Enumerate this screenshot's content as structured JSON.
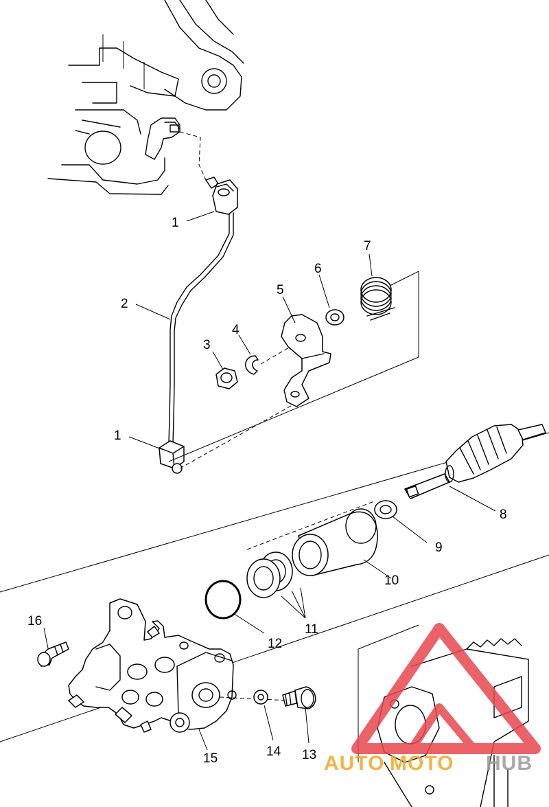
{
  "diagram": {
    "callouts": [
      {
        "id": "c1a",
        "text": "1"
      },
      {
        "id": "c2",
        "text": "2"
      },
      {
        "id": "c3",
        "text": "3"
      },
      {
        "id": "c4",
        "text": "4"
      },
      {
        "id": "c5",
        "text": "5"
      },
      {
        "id": "c6",
        "text": "6"
      },
      {
        "id": "c7",
        "text": "7"
      },
      {
        "id": "c1b",
        "text": "1"
      },
      {
        "id": "c8",
        "text": "8"
      },
      {
        "id": "c9",
        "text": "9"
      },
      {
        "id": "c10",
        "text": "10"
      },
      {
        "id": "c11",
        "text": "11"
      },
      {
        "id": "c12",
        "text": "12"
      },
      {
        "id": "c16",
        "text": "16"
      },
      {
        "id": "c14",
        "text": "14"
      },
      {
        "id": "c13",
        "text": "13"
      },
      {
        "id": "c15",
        "text": "15"
      }
    ]
  },
  "watermark": {
    "part1": "AUTO",
    "part2": "MOTO",
    "part3": "HUB",
    "colors": {
      "triangle": "#e8474f",
      "orange": "#f5a623",
      "grey": "#9b9b9b"
    }
  }
}
